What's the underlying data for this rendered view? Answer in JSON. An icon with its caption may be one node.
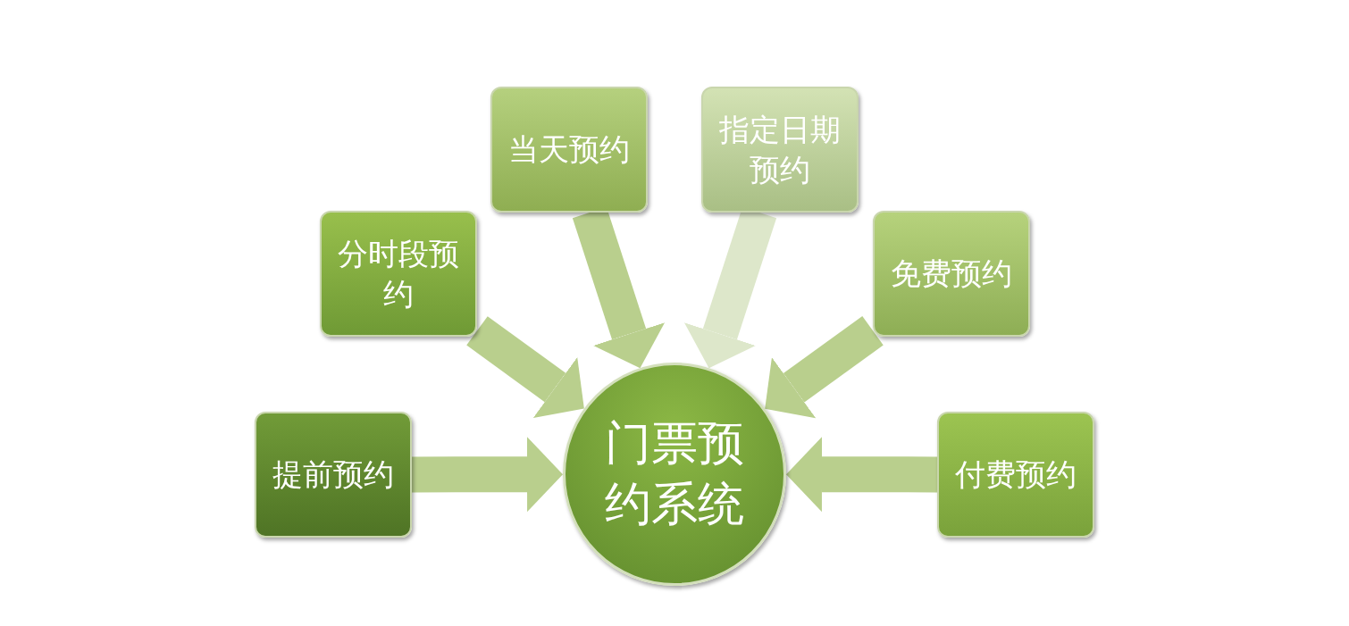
{
  "diagram": {
    "nodes": [
      {
        "text": [
          "当天预约"
        ]
      },
      {
        "text": [
          "指定日期预约"
        ]
      },
      {
        "text": [
          "分时段预约"
        ]
      },
      {
        "text": [
          "免费预约"
        ]
      },
      {
        "text": [
          "提前预约"
        ]
      },
      {
        "text": [
          "门票预约系统"
        ]
      },
      {
        "text": [
          "付费预约"
        ]
      }
    ],
    "edges": [
      {
        "from": 0,
        "to": 5,
        "arrow": "to"
      },
      {
        "from": 1,
        "to": 5,
        "arrow": "to",
        "color": "#dde7ca"
      },
      {
        "from": 2,
        "to": 5,
        "arrow": "to"
      },
      {
        "from": 3,
        "to": 5,
        "arrow": "to"
      },
      {
        "from": 4,
        "to": 5,
        "arrow": "to"
      },
      {
        "from": 6,
        "to": 5,
        "arrow": "to"
      }
    ]
  }
}
